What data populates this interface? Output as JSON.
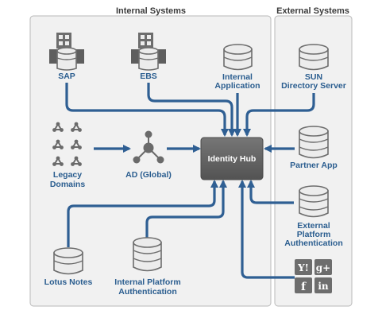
{
  "sections": {
    "internal_title": "Internal Systems",
    "external_title": "External Systems"
  },
  "hub": {
    "label": "Identity Hub"
  },
  "nodes": {
    "sap": {
      "label": "SAP",
      "icon": "server-building-icon"
    },
    "ebs": {
      "label": "EBS",
      "icon": "server-building-icon"
    },
    "internal_app": {
      "line1": "Internal",
      "line2": "Application",
      "icon": "database-icon"
    },
    "sun": {
      "line1": "SUN",
      "line2": "Directory Server",
      "icon": "database-icon"
    },
    "legacy": {
      "line1": "Legacy",
      "line2": "Domains",
      "icon": "network-nodes-icon"
    },
    "ad": {
      "label": "AD (Global)",
      "icon": "network-node-icon"
    },
    "partner": {
      "label": "Partner App",
      "icon": "database-icon"
    },
    "ext_platform": {
      "line1": "External",
      "line2": "Platform",
      "line3": "Authentication",
      "icon": "database-icon"
    },
    "lotus": {
      "label": "Lotus Notes",
      "icon": "database-icon"
    },
    "int_platform": {
      "line1": "Internal Platform",
      "line2": "Authentication",
      "icon": "database-icon"
    },
    "social": {
      "yahoo": "Y!",
      "gplus": "g+",
      "facebook": "f",
      "linkedin": "in"
    }
  },
  "colors": {
    "connector": "#2f5f93",
    "label": "#2a5d8f",
    "hub_fill": "#5f5f5f",
    "panel_fill": "#f1f1f1",
    "panel_border": "#b9b9b9",
    "icon_gray": "#6d6d6d"
  }
}
